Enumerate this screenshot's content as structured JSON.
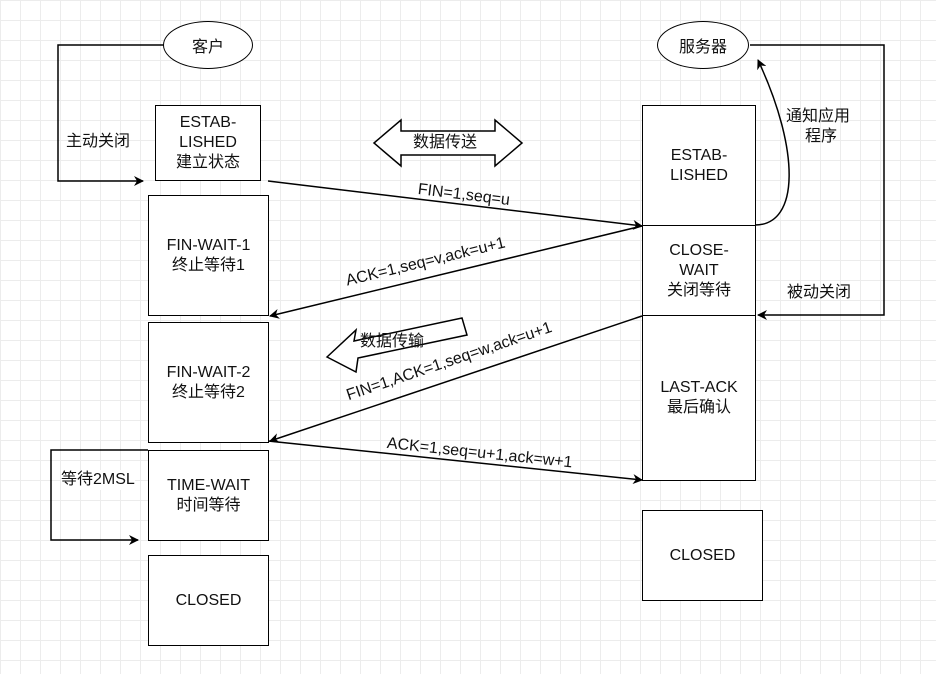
{
  "actors": {
    "client": "客户",
    "server": "服务器"
  },
  "client_states": {
    "established": [
      "ESTAB-",
      "LISHED",
      "建立状态"
    ],
    "fin_wait_1": [
      "FIN-WAIT-1",
      "终止等待1"
    ],
    "fin_wait_2": [
      "FIN-WAIT-2",
      "终止等待2"
    ],
    "time_wait": [
      "TIME-WAIT",
      "时间等待"
    ],
    "closed": "CLOSED"
  },
  "server_states": {
    "established": [
      "ESTAB-",
      "LISHED"
    ],
    "close_wait": [
      "CLOSE-",
      "WAIT",
      "关闭等待"
    ],
    "last_ack": [
      "LAST-ACK",
      "最后确认"
    ],
    "closed": "CLOSED"
  },
  "annotations": {
    "active_close": "主动关闭",
    "passive_close": "被动关闭",
    "notify_app": [
      "通知应用",
      "程序"
    ],
    "wait_2msl": "等待2MSL",
    "data_transfer": "数据传送",
    "data_transmission": "数据传输"
  },
  "messages": {
    "fin1": "FIN=1,seq=u",
    "ack1": "ACK=1,seq=v,ack=u+1",
    "fin2": "FIN=1,ACK=1,seq=w,ack=u+1",
    "ack2": "ACK=1,seq=u+1,ack=w+1"
  }
}
